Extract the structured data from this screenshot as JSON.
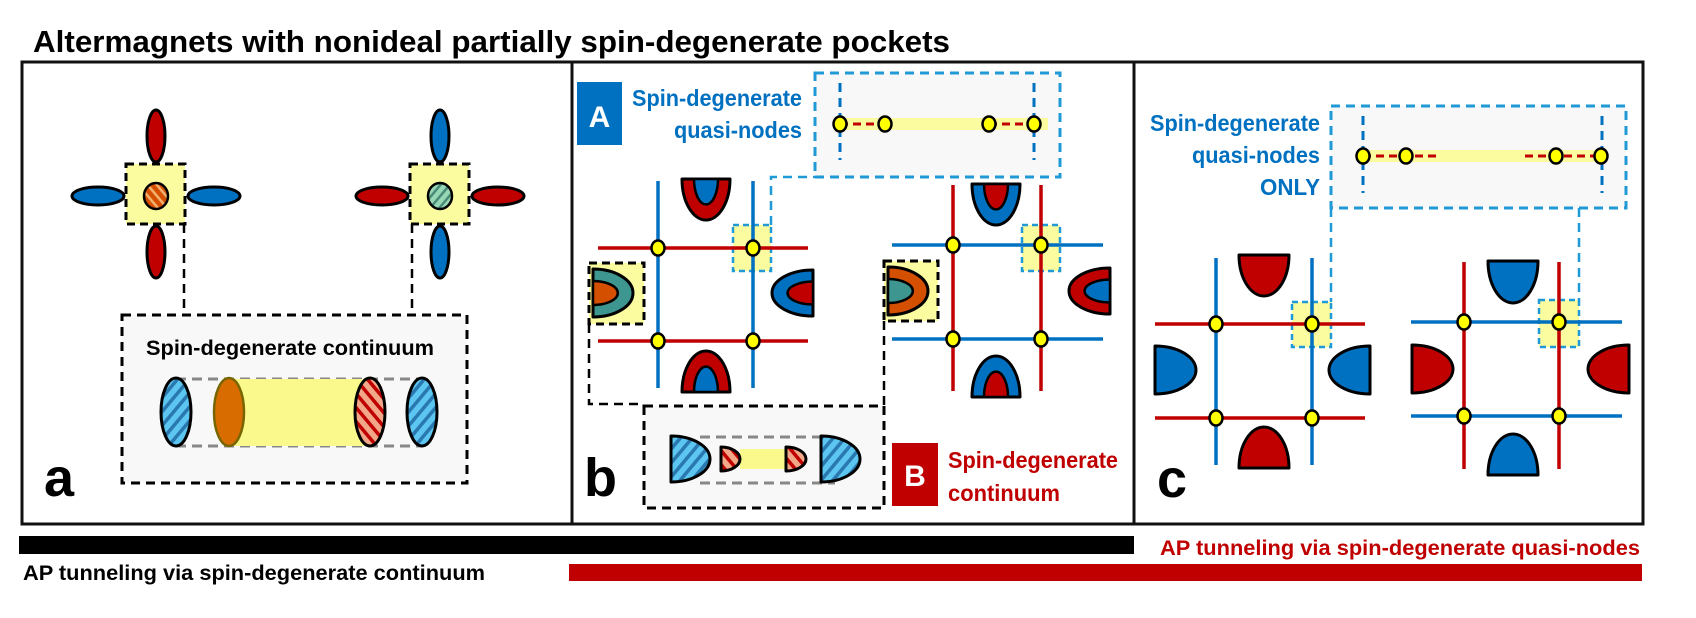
{
  "title": "Altermagnets with nonideal partially spin-degenerate pockets",
  "panel_a": {
    "label": "a",
    "continuum_label": "Spin-degenerate continuum"
  },
  "panel_b": {
    "label": "b",
    "badge_a": "A",
    "badge_a_text_line1": "Spin-degenerate",
    "badge_a_text_line2": "quasi-nodes",
    "badge_b": "B",
    "badge_b_text_line1": "Spin-degenerate",
    "badge_b_text_line2": "continuum"
  },
  "panel_c": {
    "label": "c",
    "text_line1": "Spin-degenerate",
    "text_line2": "quasi-nodes",
    "text_line3": "ONLY"
  },
  "bottom": {
    "black_bar_label": "AP tunneling via spin-degenerate continuum",
    "red_bar_label": "AP tunneling via spin-degenerate quasi-nodes"
  },
  "colors": {
    "red": "#c00000",
    "blue": "#0070c0",
    "node_yellow": "#ffff00",
    "highlight_yellow": "#fbfba0",
    "dashed_blue": "#1f9ad6",
    "teal": "#3d9690",
    "orange": "#d45000",
    "cylinder_orange": "#d86c00",
    "box_fill": "#f8f8f8"
  }
}
